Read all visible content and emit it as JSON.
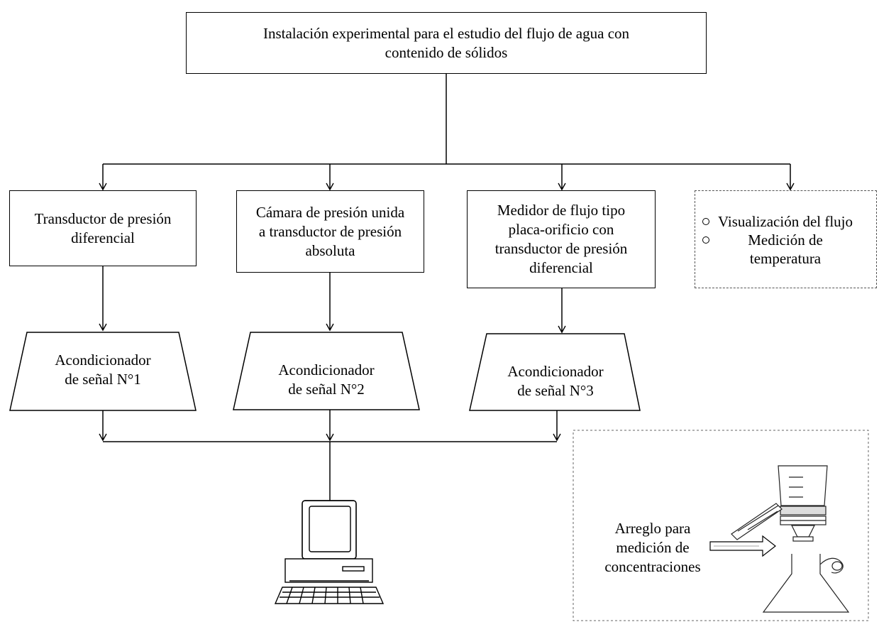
{
  "top_box": {
    "line1": "Instalación experimental para el estudio del flujo de agua con",
    "line2": "contenido de sólidos"
  },
  "sensors": [
    {
      "lines": [
        "Transductor de presión",
        "diferencial"
      ]
    },
    {
      "lines": [
        "Cámara de presión unida",
        "a transductor de presión",
        "absoluta"
      ]
    },
    {
      "lines": [
        "Medidor de flujo tipo",
        "placa-orificio con",
        "transductor de presión",
        "diferencial"
      ]
    }
  ],
  "extras": {
    "items": [
      "Visualización del flujo",
      "Medición de",
      "temperatura"
    ]
  },
  "conditioners": [
    {
      "line1": "Acondicionador",
      "line2": "de señal N°1"
    },
    {
      "line1": "Acondicionador",
      "line2": "de señal N°2"
    },
    {
      "line1": "Acondicionador",
      "line2": "de señal N°3"
    }
  ],
  "concentration_setup": {
    "line1": "Arreglo para",
    "line2": "medición de",
    "line3": "concentraciones"
  },
  "icons": {
    "computer": "desktop-computer-icon",
    "filter_flask": "vacuum-filtration-flask-icon"
  }
}
